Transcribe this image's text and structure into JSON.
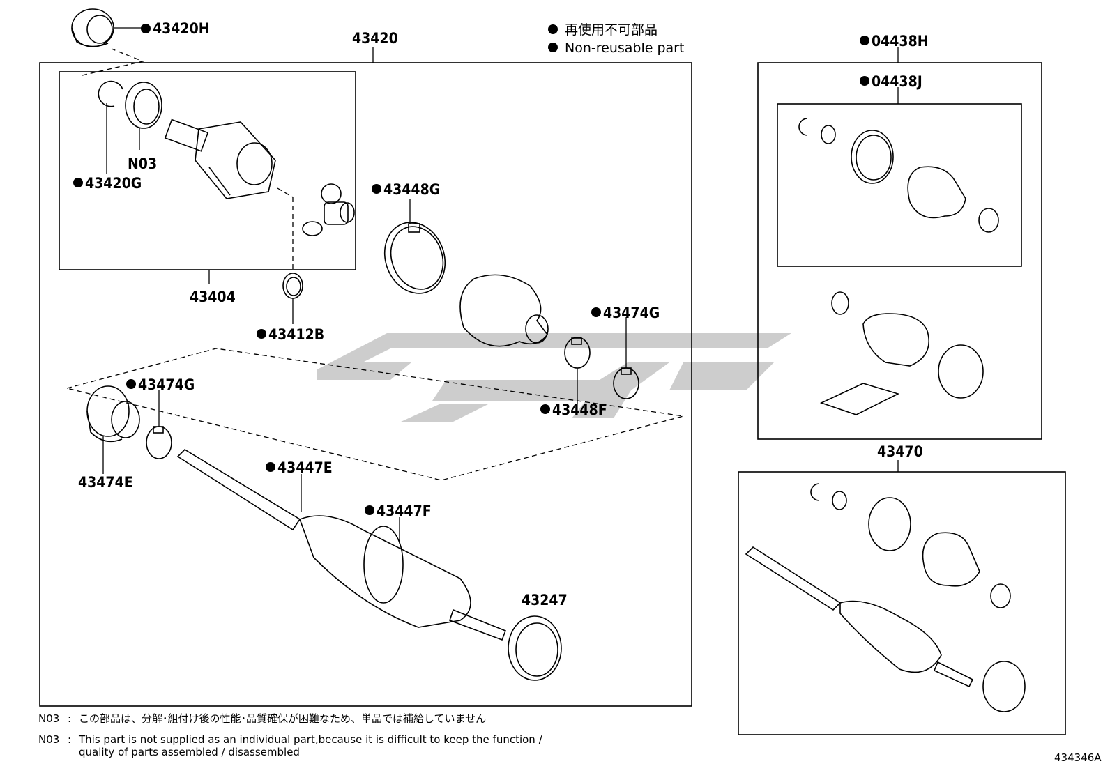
{
  "legend": {
    "line_jp": "再使用不可部品",
    "line_en": "Non-reusable part"
  },
  "labels": {
    "p43420H": "43420H",
    "p43420": "43420",
    "p43420G": "43420G",
    "pN03": "N03",
    "p43404": "43404",
    "p43412B": "43412B",
    "p43448G": "43448G",
    "p43474G_a": "43474G",
    "p43448F": "43448F",
    "p43474G_b": "43474G",
    "p43474E": "43474E",
    "p43447E": "43447E",
    "p43447F": "43447F",
    "p43247": "43247",
    "p04438H": "04438H",
    "p04438J": "04438J",
    "p43470": "43470"
  },
  "notes": {
    "n1_code": "N03",
    "n1_sep": ":",
    "n1_text": "この部品は、分解･組付け後の性能･品質確保が困難なため、単品では補給していません",
    "n2_code": "N03",
    "n2_sep": ":",
    "n2_text_line1": "This part is not supplied as an individual part,because it is difficult to keep the function /",
    "n2_text_line2": "quality of parts assembled / disassembled"
  },
  "reference_code": "434346A"
}
